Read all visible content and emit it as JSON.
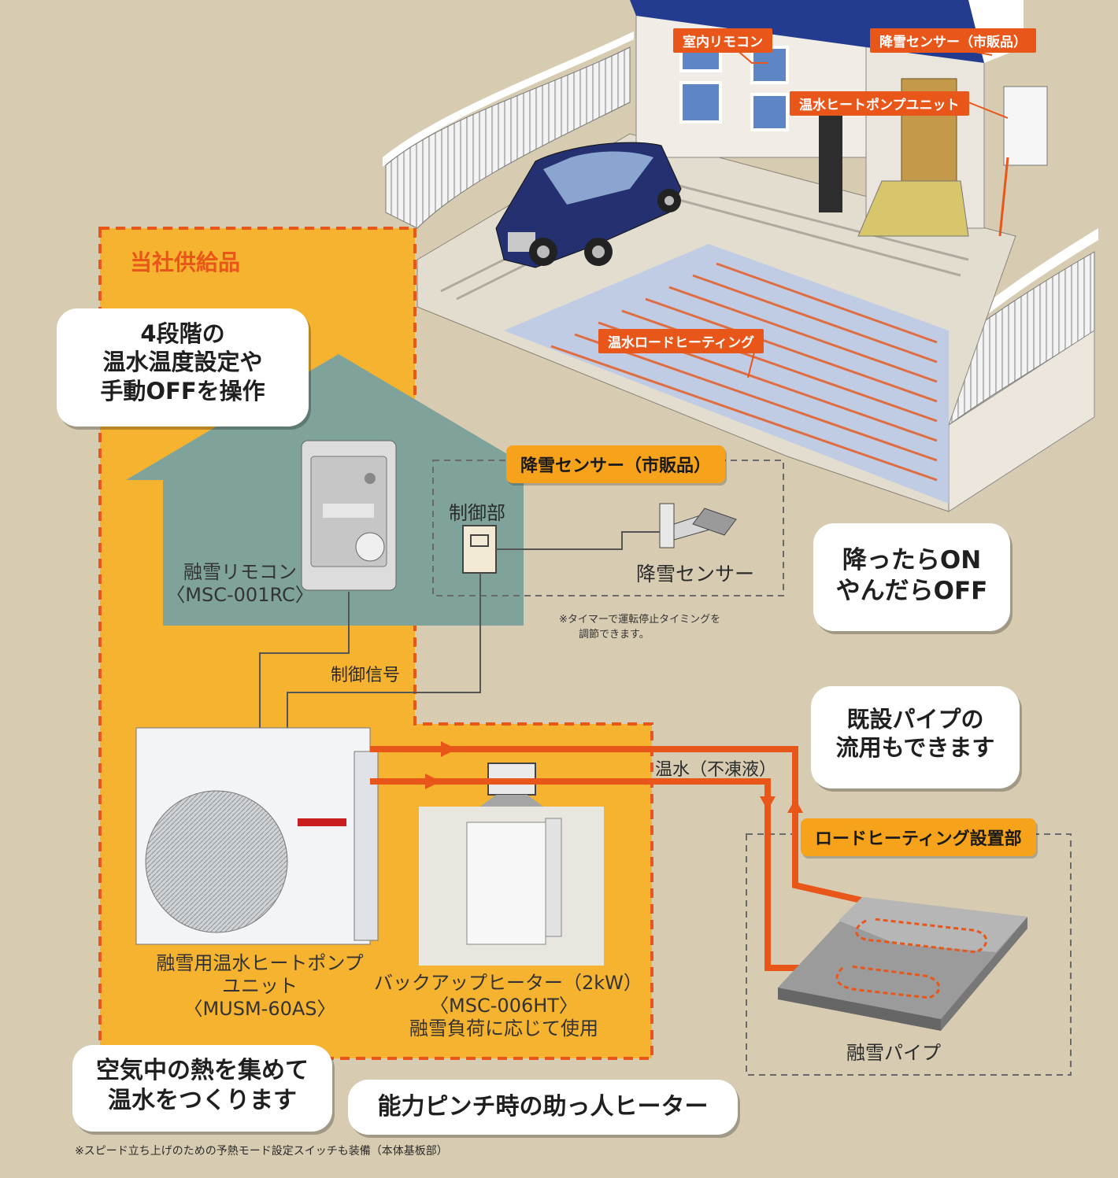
{
  "colors": {
    "background": "#d7ccb2",
    "supplied_zone": "#f6b330",
    "zone_border": "#e8561a",
    "house_shape": "#7fa39a",
    "hot_water_pipe": "#e8561a",
    "callout_tag": "#e8561a",
    "heading": "#e8561a"
  },
  "scene": {
    "tag_indoor_remote": "室内リモコン",
    "tag_snow_sensor": "降雪センサー（市販品）",
    "tag_heatpump_unit": "温水ヒートポンプユニット",
    "tag_road_heating": "温水ロードヒーティング"
  },
  "supplied_zone": {
    "heading": "当社供給品"
  },
  "bubbles": {
    "remote_line1": "4段階の",
    "remote_line2": "温水温度設定や",
    "remote_line3": "手動OFFを操作",
    "sensor_line1": "降ったらON",
    "sensor_line2": "やんだらOFF",
    "pipe_line1": "既設パイプの",
    "pipe_line2": "流用もできます",
    "unit_line1": "空気中の熱を集めて",
    "unit_line2": "温水をつくります",
    "heater_line1": "能力ピンチ時の助っ人ヒーター"
  },
  "components": {
    "remote_name": "融雪リモコン",
    "remote_model": "〈MSC-001RC〉",
    "sensor_box_title": "降雪センサー（市販品）",
    "control_unit": "制御部",
    "snow_sensor": "降雪センサー",
    "timer_note_line1": "※タイマーで運転停止タイミングを",
    "timer_note_line2": "調節できます。",
    "control_signal": "制御信号",
    "hot_water": "温水（不凍液）",
    "heatpump_name_line1": "融雪用温水ヒートポンプ",
    "heatpump_name_line2": "ユニット",
    "heatpump_model": "〈MUSM-60AS〉",
    "heater_name": "バックアップヒーター（2kW）",
    "heater_model": "〈MSC-006HT〉",
    "heater_usage": "融雪負荷に応じて使用",
    "installation_box_title": "ロードヒーティング設置部",
    "snowmelt_pipe": "融雪パイプ"
  },
  "footnote": "※スピード立ち上げのための予熱モード設定スイッチも装備（本体基板部）"
}
